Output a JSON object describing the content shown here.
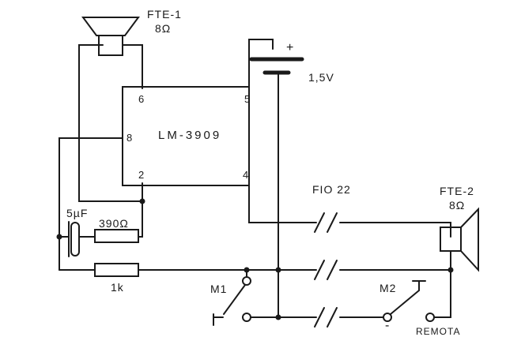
{
  "circuit": {
    "ic": {
      "name": "LM-3909",
      "pins": {
        "p6": "6",
        "p5": "5",
        "p8": "8",
        "p2": "2",
        "p4": "4"
      }
    },
    "speaker1": {
      "name": "FTE-1",
      "impedance": "8Ω"
    },
    "speaker2": {
      "name": "FTE-2",
      "impedance": "8Ω"
    },
    "battery": {
      "polarity": "+",
      "voltage": "1,5V"
    },
    "capacitor": {
      "value": "5µF"
    },
    "resistor1": {
      "value": "390Ω"
    },
    "resistor2": {
      "value": "1k"
    },
    "wire_label": "FIO 22",
    "switch1": {
      "label": "M1"
    },
    "switch2": {
      "label": "M2",
      "minus": "-"
    },
    "remote_label": "REMOTA"
  }
}
